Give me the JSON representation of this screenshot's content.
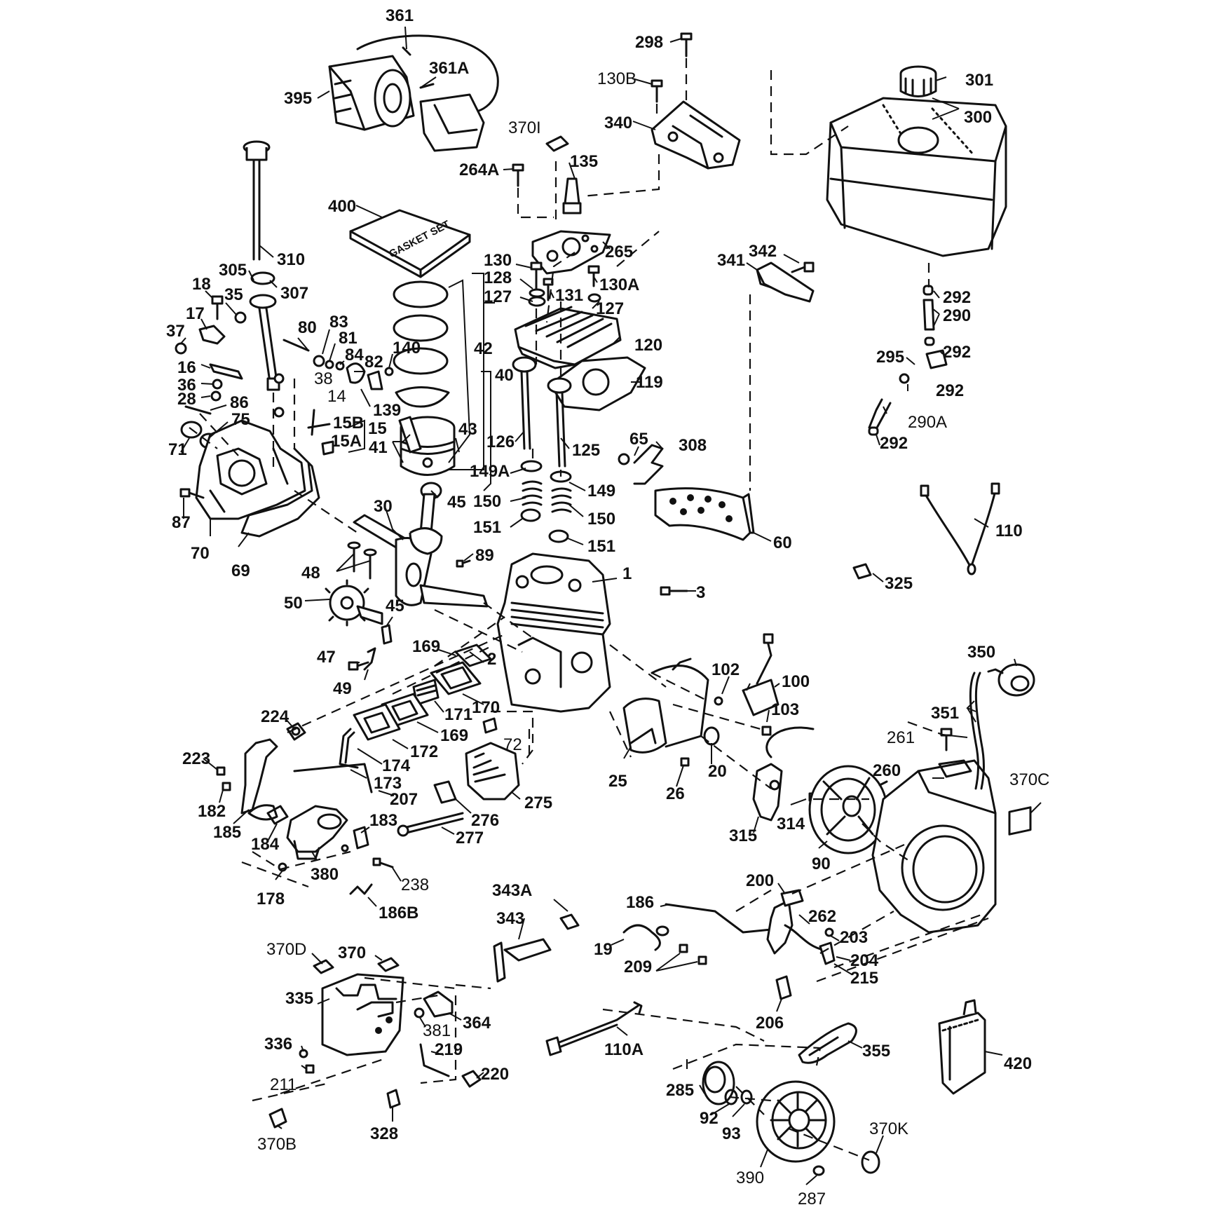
{
  "diagram": {
    "box_label_400": "GASKET SET",
    "labels": [
      {
        "id": "361",
        "text": "361",
        "bold": true
      },
      {
        "id": "361A",
        "text": "361A",
        "bold": true
      },
      {
        "id": "395",
        "text": "395",
        "bold": true
      },
      {
        "id": "298",
        "text": "298",
        "bold": true
      },
      {
        "id": "130B",
        "text": "130B",
        "bold": false
      },
      {
        "id": "340",
        "text": "340",
        "bold": true
      },
      {
        "id": "370I",
        "text": "370I",
        "bold": false
      },
      {
        "id": "135",
        "text": "135",
        "bold": true
      },
      {
        "id": "264A",
        "text": "264A",
        "bold": true
      },
      {
        "id": "301",
        "text": "301",
        "bold": true
      },
      {
        "id": "300",
        "text": "300",
        "bold": true
      },
      {
        "id": "400",
        "text": "400",
        "bold": true
      },
      {
        "id": "310",
        "text": "310",
        "bold": true
      },
      {
        "id": "265",
        "text": "265",
        "bold": true
      },
      {
        "id": "305",
        "text": "305",
        "bold": true
      },
      {
        "id": "307",
        "text": "307",
        "bold": true
      },
      {
        "id": "130",
        "text": "130",
        "bold": true
      },
      {
        "id": "130A",
        "text": "130A",
        "bold": true
      },
      {
        "id": "128",
        "text": "128",
        "bold": true
      },
      {
        "id": "127a",
        "text": "127",
        "bold": true
      },
      {
        "id": "131",
        "text": "131",
        "bold": true
      },
      {
        "id": "127b",
        "text": "127",
        "bold": true
      },
      {
        "id": "341",
        "text": "341",
        "bold": true
      },
      {
        "id": "342",
        "text": "342",
        "bold": true
      },
      {
        "id": "292a",
        "text": "292",
        "bold": true
      },
      {
        "id": "290",
        "text": "290",
        "bold": true
      },
      {
        "id": "292b",
        "text": "292",
        "bold": true
      },
      {
        "id": "295",
        "text": "295",
        "bold": true
      },
      {
        "id": "292c",
        "text": "292",
        "bold": true
      },
      {
        "id": "290A",
        "text": "290A",
        "bold": false
      },
      {
        "id": "292d",
        "text": "292",
        "bold": true
      },
      {
        "id": "18",
        "text": "18",
        "bold": true
      },
      {
        "id": "35",
        "text": "35",
        "bold": true
      },
      {
        "id": "17",
        "text": "17",
        "bold": true
      },
      {
        "id": "37",
        "text": "37",
        "bold": true
      },
      {
        "id": "16",
        "text": "16",
        "bold": true
      },
      {
        "id": "36",
        "text": "36",
        "bold": true
      },
      {
        "id": "28",
        "text": "28",
        "bold": true
      },
      {
        "id": "86",
        "text": "86",
        "bold": true
      },
      {
        "id": "75",
        "text": "75",
        "bold": true
      },
      {
        "id": "71",
        "text": "71",
        "bold": true
      },
      {
        "id": "87",
        "text": "87",
        "bold": true
      },
      {
        "id": "70",
        "text": "70",
        "bold": true
      },
      {
        "id": "69",
        "text": "69",
        "bold": true
      },
      {
        "id": "80",
        "text": "80",
        "bold": true
      },
      {
        "id": "83",
        "text": "83",
        "bold": true
      },
      {
        "id": "81",
        "text": "81",
        "bold": true
      },
      {
        "id": "84",
        "text": "84",
        "bold": true
      },
      {
        "id": "82",
        "text": "82",
        "bold": true
      },
      {
        "id": "140",
        "text": "140",
        "bold": true
      },
      {
        "id": "38",
        "text": "38",
        "bold": false
      },
      {
        "id": "14",
        "text": "14",
        "bold": false
      },
      {
        "id": "139",
        "text": "139",
        "bold": true
      },
      {
        "id": "15B",
        "text": "15B",
        "bold": true
      },
      {
        "id": "15",
        "text": "15",
        "bold": true
      },
      {
        "id": "15A",
        "text": "15A",
        "bold": true
      },
      {
        "id": "42",
        "text": "42",
        "bold": true
      },
      {
        "id": "40",
        "text": "40",
        "bold": true
      },
      {
        "id": "43",
        "text": "43",
        "bold": true
      },
      {
        "id": "41",
        "text": "41",
        "bold": true
      },
      {
        "id": "120",
        "text": "120",
        "bold": true
      },
      {
        "id": "119",
        "text": "119",
        "bold": true
      },
      {
        "id": "126",
        "text": "126",
        "bold": true
      },
      {
        "id": "125",
        "text": "125",
        "bold": true
      },
      {
        "id": "65",
        "text": "65",
        "bold": true
      },
      {
        "id": "308",
        "text": "308",
        "bold": true
      },
      {
        "id": "149A",
        "text": "149A",
        "bold": true
      },
      {
        "id": "149",
        "text": "149",
        "bold": true
      },
      {
        "id": "150a",
        "text": "150",
        "bold": true
      },
      {
        "id": "150b",
        "text": "150",
        "bold": true
      },
      {
        "id": "151a",
        "text": "151",
        "bold": true
      },
      {
        "id": "151b",
        "text": "151",
        "bold": true
      },
      {
        "id": "60",
        "text": "60",
        "bold": true
      },
      {
        "id": "110",
        "text": "110",
        "bold": true
      },
      {
        "id": "325",
        "text": "325",
        "bold": true
      },
      {
        "id": "30",
        "text": "30",
        "bold": true
      },
      {
        "id": "45a",
        "text": "45",
        "bold": true
      },
      {
        "id": "89",
        "text": "89",
        "bold": true
      },
      {
        "id": "48",
        "text": "48",
        "bold": true
      },
      {
        "id": "50",
        "text": "50",
        "bold": true
      },
      {
        "id": "45b",
        "text": "45",
        "bold": true
      },
      {
        "id": "1",
        "text": "1",
        "bold": true
      },
      {
        "id": "3",
        "text": "3",
        "bold": true
      },
      {
        "id": "47",
        "text": "47",
        "bold": true
      },
      {
        "id": "49",
        "text": "49",
        "bold": true
      },
      {
        "id": "169a",
        "text": "169",
        "bold": true
      },
      {
        "id": "2",
        "text": "2",
        "bold": true
      },
      {
        "id": "170",
        "text": "170",
        "bold": true
      },
      {
        "id": "171",
        "text": "171",
        "bold": true
      },
      {
        "id": "169b",
        "text": "169",
        "bold": true
      },
      {
        "id": "172",
        "text": "172",
        "bold": true
      },
      {
        "id": "174",
        "text": "174",
        "bold": true
      },
      {
        "id": "173",
        "text": "173",
        "bold": true
      },
      {
        "id": "72",
        "text": "72",
        "bold": false
      },
      {
        "id": "224",
        "text": "224",
        "bold": true
      },
      {
        "id": "223",
        "text": "223",
        "bold": true
      },
      {
        "id": "207",
        "text": "207",
        "bold": true
      },
      {
        "id": "275",
        "text": "275",
        "bold": true
      },
      {
        "id": "276",
        "text": "276",
        "bold": true
      },
      {
        "id": "277",
        "text": "277",
        "bold": true
      },
      {
        "id": "182",
        "text": "182",
        "bold": true
      },
      {
        "id": "185",
        "text": "185",
        "bold": true
      },
      {
        "id": "184",
        "text": "184",
        "bold": true
      },
      {
        "id": "183",
        "text": "183",
        "bold": true
      },
      {
        "id": "380",
        "text": "380",
        "bold": true
      },
      {
        "id": "238",
        "text": "238",
        "bold": false
      },
      {
        "id": "178",
        "text": "178",
        "bold": true
      },
      {
        "id": "186B",
        "text": "186B",
        "bold": true
      },
      {
        "id": "102",
        "text": "102",
        "bold": true
      },
      {
        "id": "100",
        "text": "100",
        "bold": true
      },
      {
        "id": "103",
        "text": "103",
        "bold": true
      },
      {
        "id": "25",
        "text": "25",
        "bold": true
      },
      {
        "id": "26",
        "text": "26",
        "bold": true
      },
      {
        "id": "20",
        "text": "20",
        "bold": true
      },
      {
        "id": "315",
        "text": "315",
        "bold": true
      },
      {
        "id": "314",
        "text": "314",
        "bold": true
      },
      {
        "id": "90",
        "text": "90",
        "bold": true
      },
      {
        "id": "350",
        "text": "350",
        "bold": true
      },
      {
        "id": "351",
        "text": "351",
        "bold": true
      },
      {
        "id": "261",
        "text": "261",
        "bold": false
      },
      {
        "id": "260",
        "text": "260",
        "bold": true
      },
      {
        "id": "370C",
        "text": "370C",
        "bold": false
      },
      {
        "id": "343A",
        "text": "343A",
        "bold": true
      },
      {
        "id": "343",
        "text": "343",
        "bold": true
      },
      {
        "id": "186",
        "text": "186",
        "bold": true
      },
      {
        "id": "19",
        "text": "19",
        "bold": true
      },
      {
        "id": "209",
        "text": "209",
        "bold": true
      },
      {
        "id": "200",
        "text": "200",
        "bold": true
      },
      {
        "id": "262",
        "text": "262",
        "bold": true
      },
      {
        "id": "203",
        "text": "203",
        "bold": true
      },
      {
        "id": "204",
        "text": "204",
        "bold": true
      },
      {
        "id": "215",
        "text": "215",
        "bold": true
      },
      {
        "id": "206",
        "text": "206",
        "bold": true
      },
      {
        "id": "370D",
        "text": "370D",
        "bold": false
      },
      {
        "id": "370",
        "text": "370",
        "bold": true
      },
      {
        "id": "335",
        "text": "335",
        "bold": true
      },
      {
        "id": "364",
        "text": "364",
        "bold": true
      },
      {
        "id": "381",
        "text": "381",
        "bold": false
      },
      {
        "id": "336",
        "text": "336",
        "bold": true
      },
      {
        "id": "219",
        "text": "219",
        "bold": true
      },
      {
        "id": "211",
        "text": "211",
        "bold": false
      },
      {
        "id": "220",
        "text": "220",
        "bold": true
      },
      {
        "id": "328",
        "text": "328",
        "bold": true
      },
      {
        "id": "370B",
        "text": "370B",
        "bold": false
      },
      {
        "id": "110A",
        "text": "110A",
        "bold": true
      },
      {
        "id": "355",
        "text": "355",
        "bold": true
      },
      {
        "id": "285",
        "text": "285",
        "bold": true
      },
      {
        "id": "92",
        "text": "92",
        "bold": true
      },
      {
        "id": "93",
        "text": "93",
        "bold": true
      },
      {
        "id": "370K",
        "text": "370K",
        "bold": false
      },
      {
        "id": "390",
        "text": "390",
        "bold": false
      },
      {
        "id": "287",
        "text": "287",
        "bold": false
      },
      {
        "id": "420",
        "text": "420",
        "bold": true
      }
    ]
  }
}
